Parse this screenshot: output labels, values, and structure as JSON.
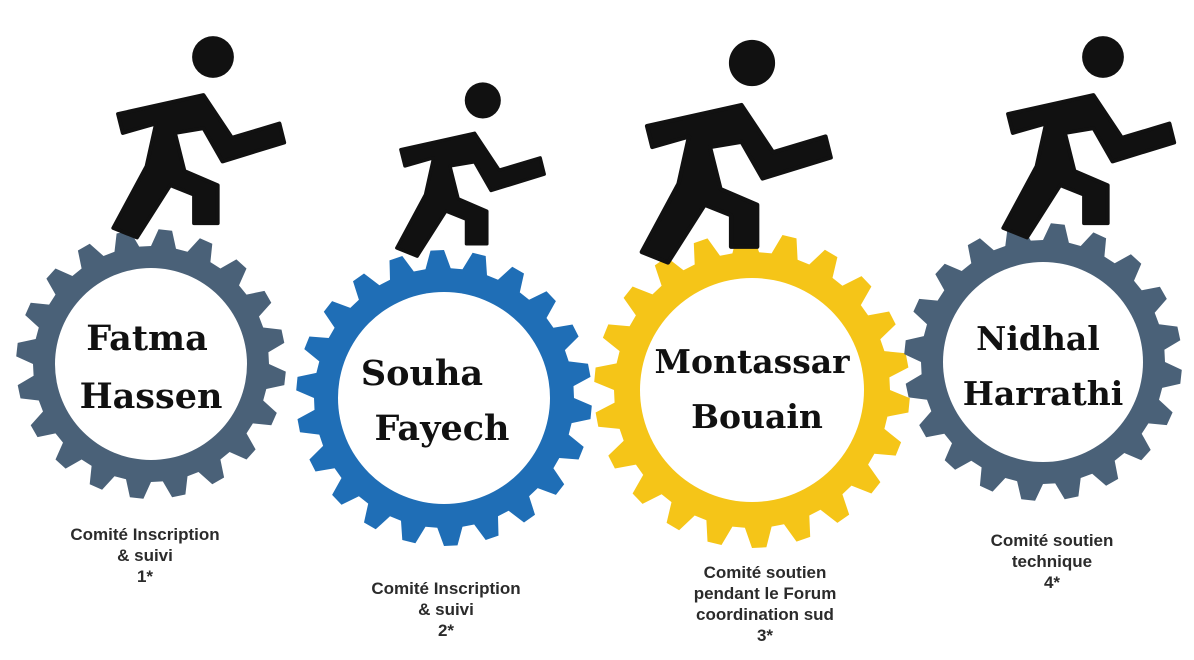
{
  "members": [
    {
      "first_name": "Fatma",
      "last_name": "Hassen",
      "gear_color": "#4a6178",
      "caption": [
        "Comité Inscription",
        "& suivi",
        "1*"
      ]
    },
    {
      "first_name": "Souha",
      "last_name": "Fayech",
      "gear_color": "#1f6eb6",
      "caption": [
        "Comité Inscription",
        "& suivi",
        "2*"
      ]
    },
    {
      "first_name": "Montassar",
      "last_name": "Bouain",
      "gear_color": "#f5c518",
      "caption": [
        "Comité soutien",
        "pendant le Forum",
        "coordination sud",
        "3*"
      ]
    },
    {
      "first_name": "Nidhal",
      "last_name": "Harrathi",
      "gear_color": "#4a6178",
      "caption": [
        "Comité soutien",
        "technique",
        "4*"
      ]
    }
  ],
  "icons": {
    "figure": "running-person-icon",
    "gear": "gear-icon"
  }
}
